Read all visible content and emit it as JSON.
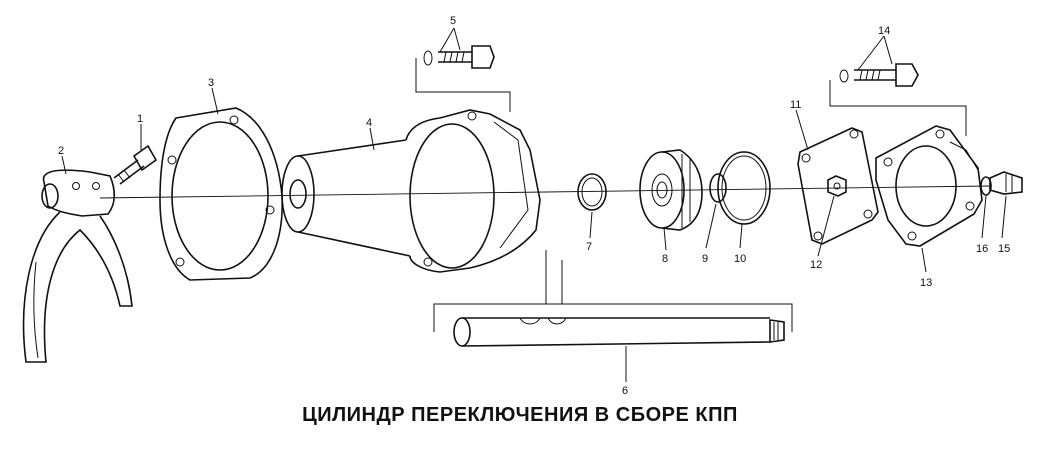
{
  "caption": "ЦИЛИНДР ПЕРЕКЛЮЧЕНИЯ В СБОРЕ КПП",
  "labels": [
    "1",
    "2",
    "3",
    "4",
    "5",
    "6",
    "7",
    "8",
    "9",
    "10",
    "11",
    "12",
    "13",
    "14",
    "15",
    "16"
  ],
  "colors": {
    "ink": "#111111",
    "paper": "#ffffff"
  }
}
